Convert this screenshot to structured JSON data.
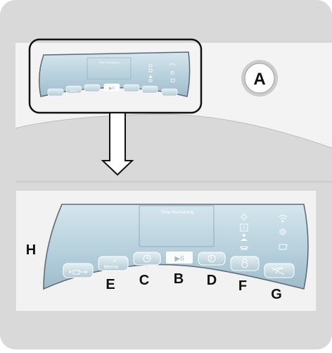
{
  "top": {
    "display_text": "Time Remaining",
    "button_a_label": "A",
    "left_buttons": [
      "Memo"
    ],
    "play_glyph": "▶II"
  },
  "bottom": {
    "display_text": "Time Remaining",
    "memo_label": "Memo",
    "play_glyph": "▶II",
    "labels": {
      "h": "H",
      "e": "E",
      "c": "C",
      "b": "B",
      "d": "D",
      "f": "F",
      "g": "G"
    }
  },
  "icons": {
    "remote": "remote-control-icon",
    "memo": "memo-icon",
    "clock": "clock-icon",
    "play_pause": "play-pause-icon",
    "steam": "steam-icon",
    "lock": "child-lock-icon",
    "eco": "eco-wash-icon",
    "light": "light-icon",
    "door": "door-icon",
    "person": "person-icon",
    "basin": "basin-icon",
    "wifi": "wifi-icon",
    "drum": "drum-icon",
    "detergent": "detergent-icon"
  },
  "colors": {
    "frame": "#dcdcdc",
    "panel": "#f2f2f2",
    "display": "#b9d3de",
    "display_edge": "#6e7e86",
    "label": "#111111"
  }
}
